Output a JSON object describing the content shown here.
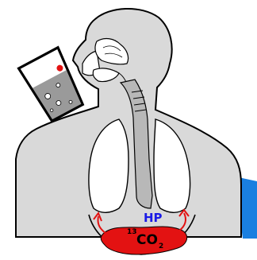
{
  "labels": {
    "hp": "HP",
    "co2_isotope": "13",
    "co2_formula": "CO",
    "co2_subscript": "2"
  },
  "colors": {
    "body_fill": "#d9d9d9",
    "airway_fill": "#b8b8b8",
    "outline": "#000000",
    "stomach_fill": "#e31212",
    "hp_text": "#1a1ae6",
    "co2_text": "#000000",
    "arrow": "#e31212",
    "liquid": "#9a9a9a",
    "droplet": "#e31212",
    "background_accent": "#1a7fe0"
  },
  "icons": {
    "glass": "drinking-glass-icon",
    "arrows": "curved-arrow-icon"
  }
}
